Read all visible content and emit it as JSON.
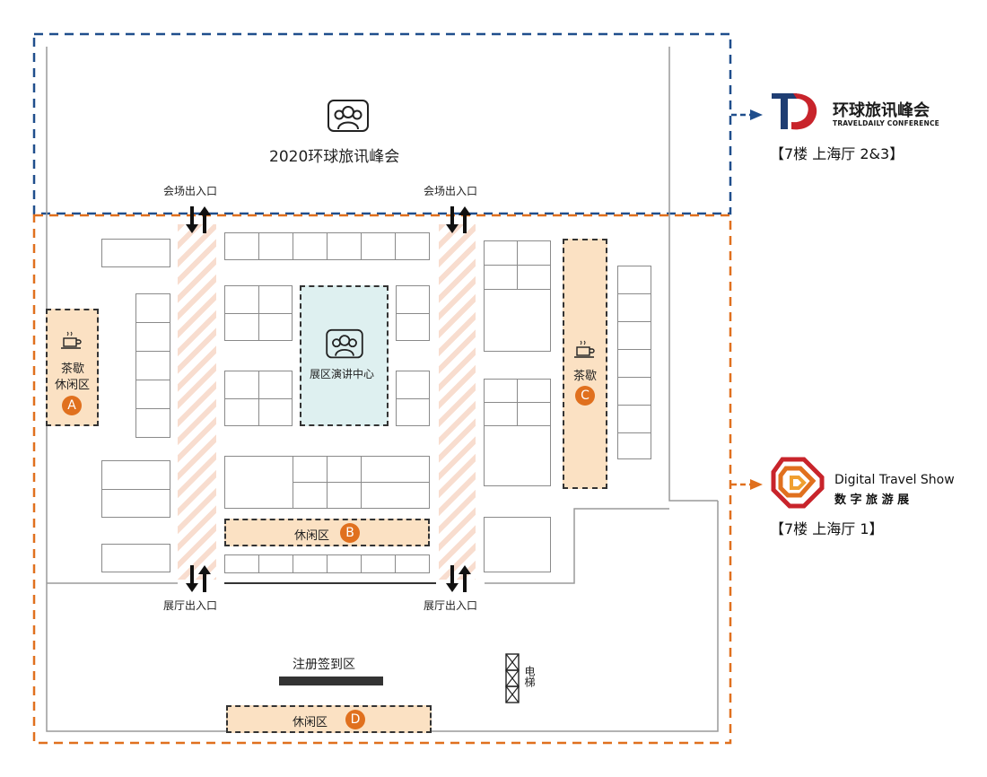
{
  "conference": {
    "hall_title": "2020环球旅讯峰会",
    "brand_name": "环球旅讯峰会",
    "brand_sub": "TRAVELDAILY CONFERENCE",
    "location": "【7楼 上海厅 2&3】",
    "border_color": "#1f4e8c"
  },
  "show": {
    "brand_name": "Digital Travel Show",
    "brand_sub": "数 字 旅 游 展",
    "location": "【7楼 上海厅 1】",
    "border_color": "#e0701e"
  },
  "entrances": {
    "venue_left": "会场出入口",
    "venue_right": "会场出入口",
    "hall_left": "展厅出入口",
    "hall_right": "展厅出入口"
  },
  "speaker_center": {
    "label": "展区演讲中心"
  },
  "lounges": {
    "a": {
      "line1": "茶歇",
      "line2": "休闲区",
      "badge": "A"
    },
    "b": {
      "label": "休闲区",
      "badge": "B"
    },
    "c": {
      "label": "茶歇",
      "badge": "C"
    },
    "d": {
      "label": "休闲区",
      "badge": "D"
    }
  },
  "registration": {
    "label": "注册签到区"
  },
  "elevator": {
    "label": "电梯"
  },
  "icons": {
    "audience": "audience-icon",
    "coffee": "coffee-cup-icon",
    "arrows": "entry-exit-arrows-icon"
  }
}
